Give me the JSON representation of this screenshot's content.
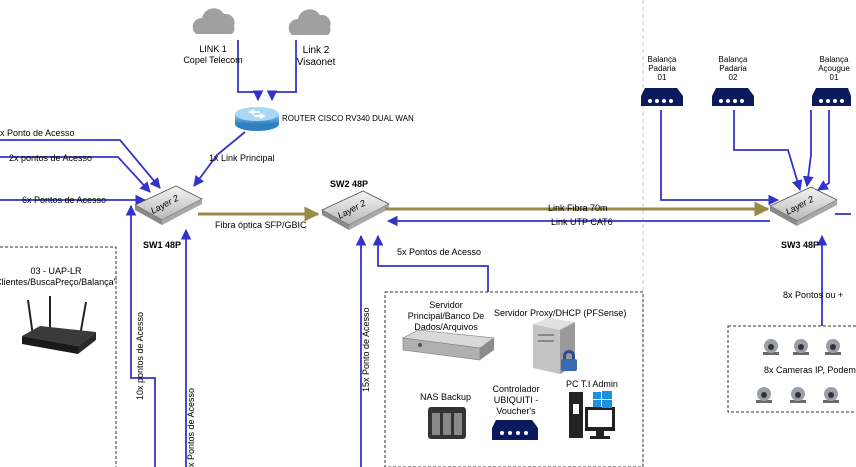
{
  "clouds": [
    {
      "id": "link1",
      "label_line1": "LINK 1",
      "label_line2": "Copel Telecom"
    },
    {
      "id": "link2",
      "label_line1": "Link 2",
      "label_line2": "Visaonet"
    }
  ],
  "router": {
    "label": "ROUTER CISCO RV340 DUAL WAN"
  },
  "link_principal": "1x Link Principal",
  "left_links": [
    "x Ponto de Acesso",
    "2x pontos de Acesso",
    "6x Pontos de Acesso"
  ],
  "switches": [
    {
      "id": "sw1",
      "name": "SW1 48P",
      "face": "Layer 2"
    },
    {
      "id": "sw2",
      "name": "SW2 48P",
      "face": "Layer 2"
    },
    {
      "id": "sw3",
      "name": "SW3 48P",
      "face": "Layer 2"
    }
  ],
  "fibra_label": "Fibra óptica SFP/GBIC",
  "link_fibra": "Link Fibra 70m",
  "link_utp": "Link UTP CAT6",
  "sw2_down": "5x Pontos de Acesso",
  "vertical_labels": [
    "10x pontos de Acesso",
    "x Pontos de Acesso",
    "15x Ponto de Acesso"
  ],
  "uap": {
    "line1": "03 - UAP-LR",
    "line2": "Clientes/BuscaPreço/Balança\""
  },
  "servers": {
    "principal": "Servidor Principal/Banco De Dados/Arquivos",
    "principal_lines": [
      "Servidor",
      "Principal/Banco De",
      "Dados/Arquivos"
    ],
    "proxy": "Servidor Proxy/DHCP (PFSense)",
    "pc": "PC T.I Admin",
    "nas": "NAS Backup",
    "ctrl_lines": [
      "Controlador",
      "UBIQUITI -",
      "Voucher's"
    ]
  },
  "scales": [
    {
      "line1": "Balança",
      "line2": "Padaria",
      "line3": "01"
    },
    {
      "line1": "Balança",
      "line2": "Padaria",
      "line3": "02"
    },
    {
      "line1": "Balança",
      "line2": "Açougue",
      "line3": "01"
    }
  ],
  "sw3_down": "8x Pontos ou +",
  "cameras_label": "8x Cameras IP, Podem",
  "colors": {
    "link": "#3333cc",
    "fiber": "#9a8a4a",
    "device": "#0a1a5c",
    "cloud": "#a0a0a0"
  }
}
